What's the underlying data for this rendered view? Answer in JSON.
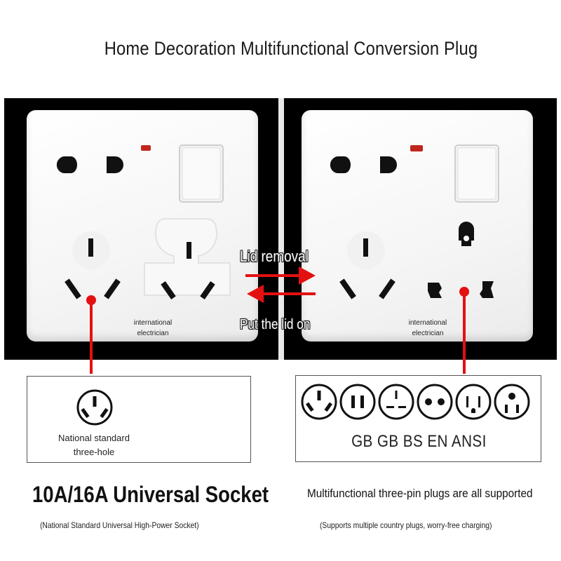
{
  "title": "Home Decoration Multifunctional Conversion Plug",
  "socket_left": {
    "maker_line1": "international",
    "maker_line2": "electrician"
  },
  "socket_right": {
    "maker_line1": "international",
    "maker_line2": "electrician"
  },
  "arrows": {
    "remove_label": "Lid removal",
    "puton_label": "Put the lid on"
  },
  "box_left": {
    "caption_line1": "National standard",
    "caption_line2": "three-hole"
  },
  "box_right": {
    "standards": "GB GB BS EN ANSI"
  },
  "bottom_left": {
    "headline": "10A/16A Universal Socket",
    "sub": "(National Standard Universal High-Power Socket)"
  },
  "bottom_right": {
    "headline": "Multifunctional three-pin plugs are all supported",
    "sub": "(Supports multiple country plugs, worry-free charging)"
  },
  "colors": {
    "accent_red": "#e41010",
    "panel_bg": "#000000",
    "socket_white": "#ffffff"
  }
}
